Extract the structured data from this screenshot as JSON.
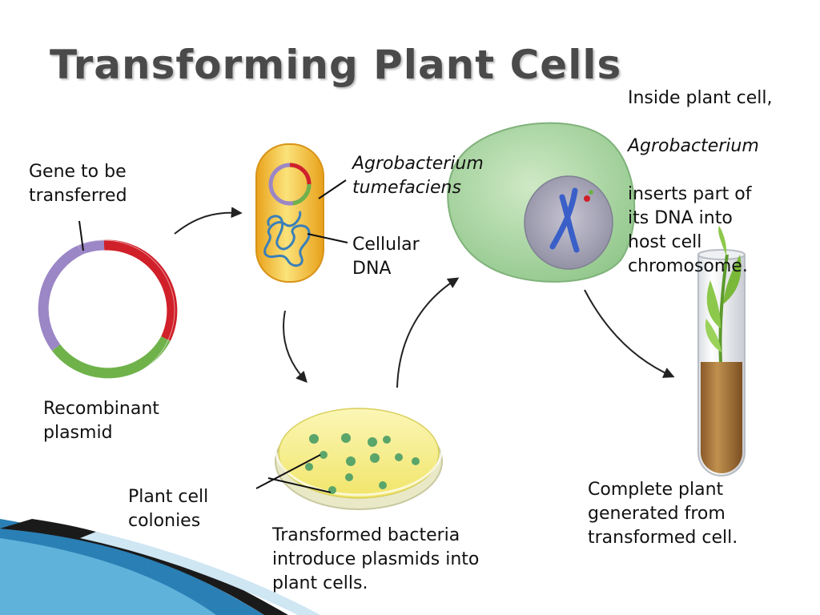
{
  "title": "Transforming Plant Cells",
  "labels": {
    "gene": "Gene to be\ntransferred",
    "plasmid": "Recombinant\nplasmid",
    "agro_name": "Agrobacterium\ntumefaciens",
    "cellular_dna": "Cellular\nDNA",
    "colonies": "Plant cell\ncolonies",
    "transformed_bacteria": "Transformed bacteria\nintroduce plasmids into\nplant cells.",
    "inside_1": "Inside plant cell,",
    "inside_italic": "Agrobacterium",
    "inside_2": "inserts part of\nits DNA into\nhost cell\nchromosome.",
    "complete_plant": "Complete plant\ngenerated from\ntransformed cell."
  },
  "colors": {
    "plasmid_purple": "#9b86c6",
    "plasmid_red": "#d0202a",
    "plasmid_green": "#6fb24a",
    "bacterium_yellow": "#f2c23a",
    "plant_cell_green": "#a9d6a0",
    "nucleus_gray": "#a9a9b8",
    "chromosome_blue": "#3a5fc8",
    "petri_yellow": "#f6ee8c",
    "soil_brown": "#a8743c",
    "accent_blue": "#2a7fb5"
  }
}
